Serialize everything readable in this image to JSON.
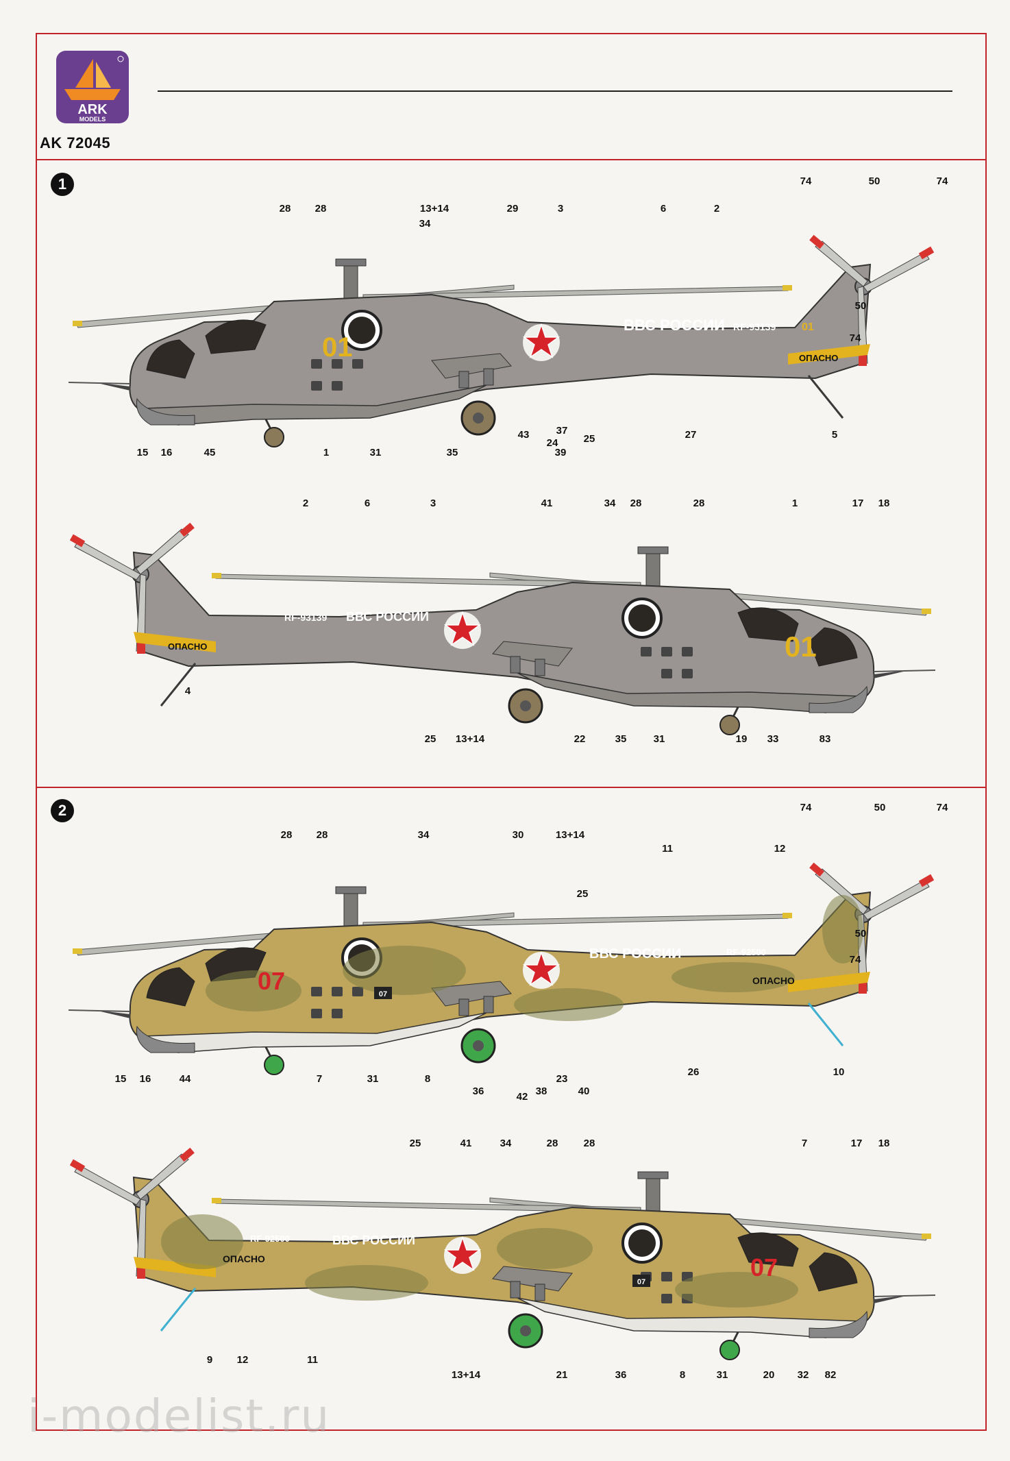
{
  "brand": {
    "logo_word": "ARK",
    "logo_sub": "MODELS",
    "code": "AK 72045"
  },
  "schemes": [
    {
      "number": "1"
    },
    {
      "number": "2"
    }
  ],
  "markings": {
    "s1": {
      "side": "01",
      "callsign": "RF-93139",
      "airforce": "ВВС РОССИИ",
      "danger": "ОПАСНО",
      "tail_small": "01"
    },
    "s2": {
      "side": "07",
      "callsign": "RF-92500",
      "airforce": "ВВС РОССИИ",
      "danger": "ОПАСНО",
      "chip": "07"
    }
  },
  "callouts": {
    "s1l": [
      "74",
      "50",
      "74",
      "28",
      "28",
      "13+14",
      "29",
      "3",
      "6",
      "2",
      "34",
      "50",
      "74",
      "15",
      "16",
      "45",
      "1",
      "31",
      "35",
      "43",
      "24",
      "37",
      "39",
      "25",
      "27",
      "5"
    ],
    "s1r": [
      "2",
      "6",
      "3",
      "41",
      "34",
      "28",
      "28",
      "1",
      "17",
      "18",
      "4",
      "25",
      "13+14",
      "22",
      "35",
      "31",
      "19",
      "33",
      "83"
    ],
    "s2l": [
      "74",
      "50",
      "74",
      "28",
      "28",
      "34",
      "30",
      "13+14",
      "11",
      "12",
      "25",
      "50",
      "74",
      "15",
      "16",
      "44",
      "7",
      "31",
      "8",
      "36",
      "42",
      "23",
      "38",
      "40",
      "26",
      "10"
    ],
    "s2r": [
      "25",
      "41",
      "34",
      "28",
      "28",
      "7",
      "17",
      "18",
      "9",
      "12",
      "11",
      "13+14",
      "21",
      "36",
      "8",
      "31",
      "20",
      "32",
      "82"
    ]
  },
  "watermark": "i-modelist.ru",
  "colors": {
    "frame": "#c0242a",
    "grey": "#9a9592",
    "sand": "#c0a55c",
    "green": "#8b8a55",
    "white": "#e8e6e0",
    "star": "#d6232a",
    "yellow": "#e2b21f"
  }
}
